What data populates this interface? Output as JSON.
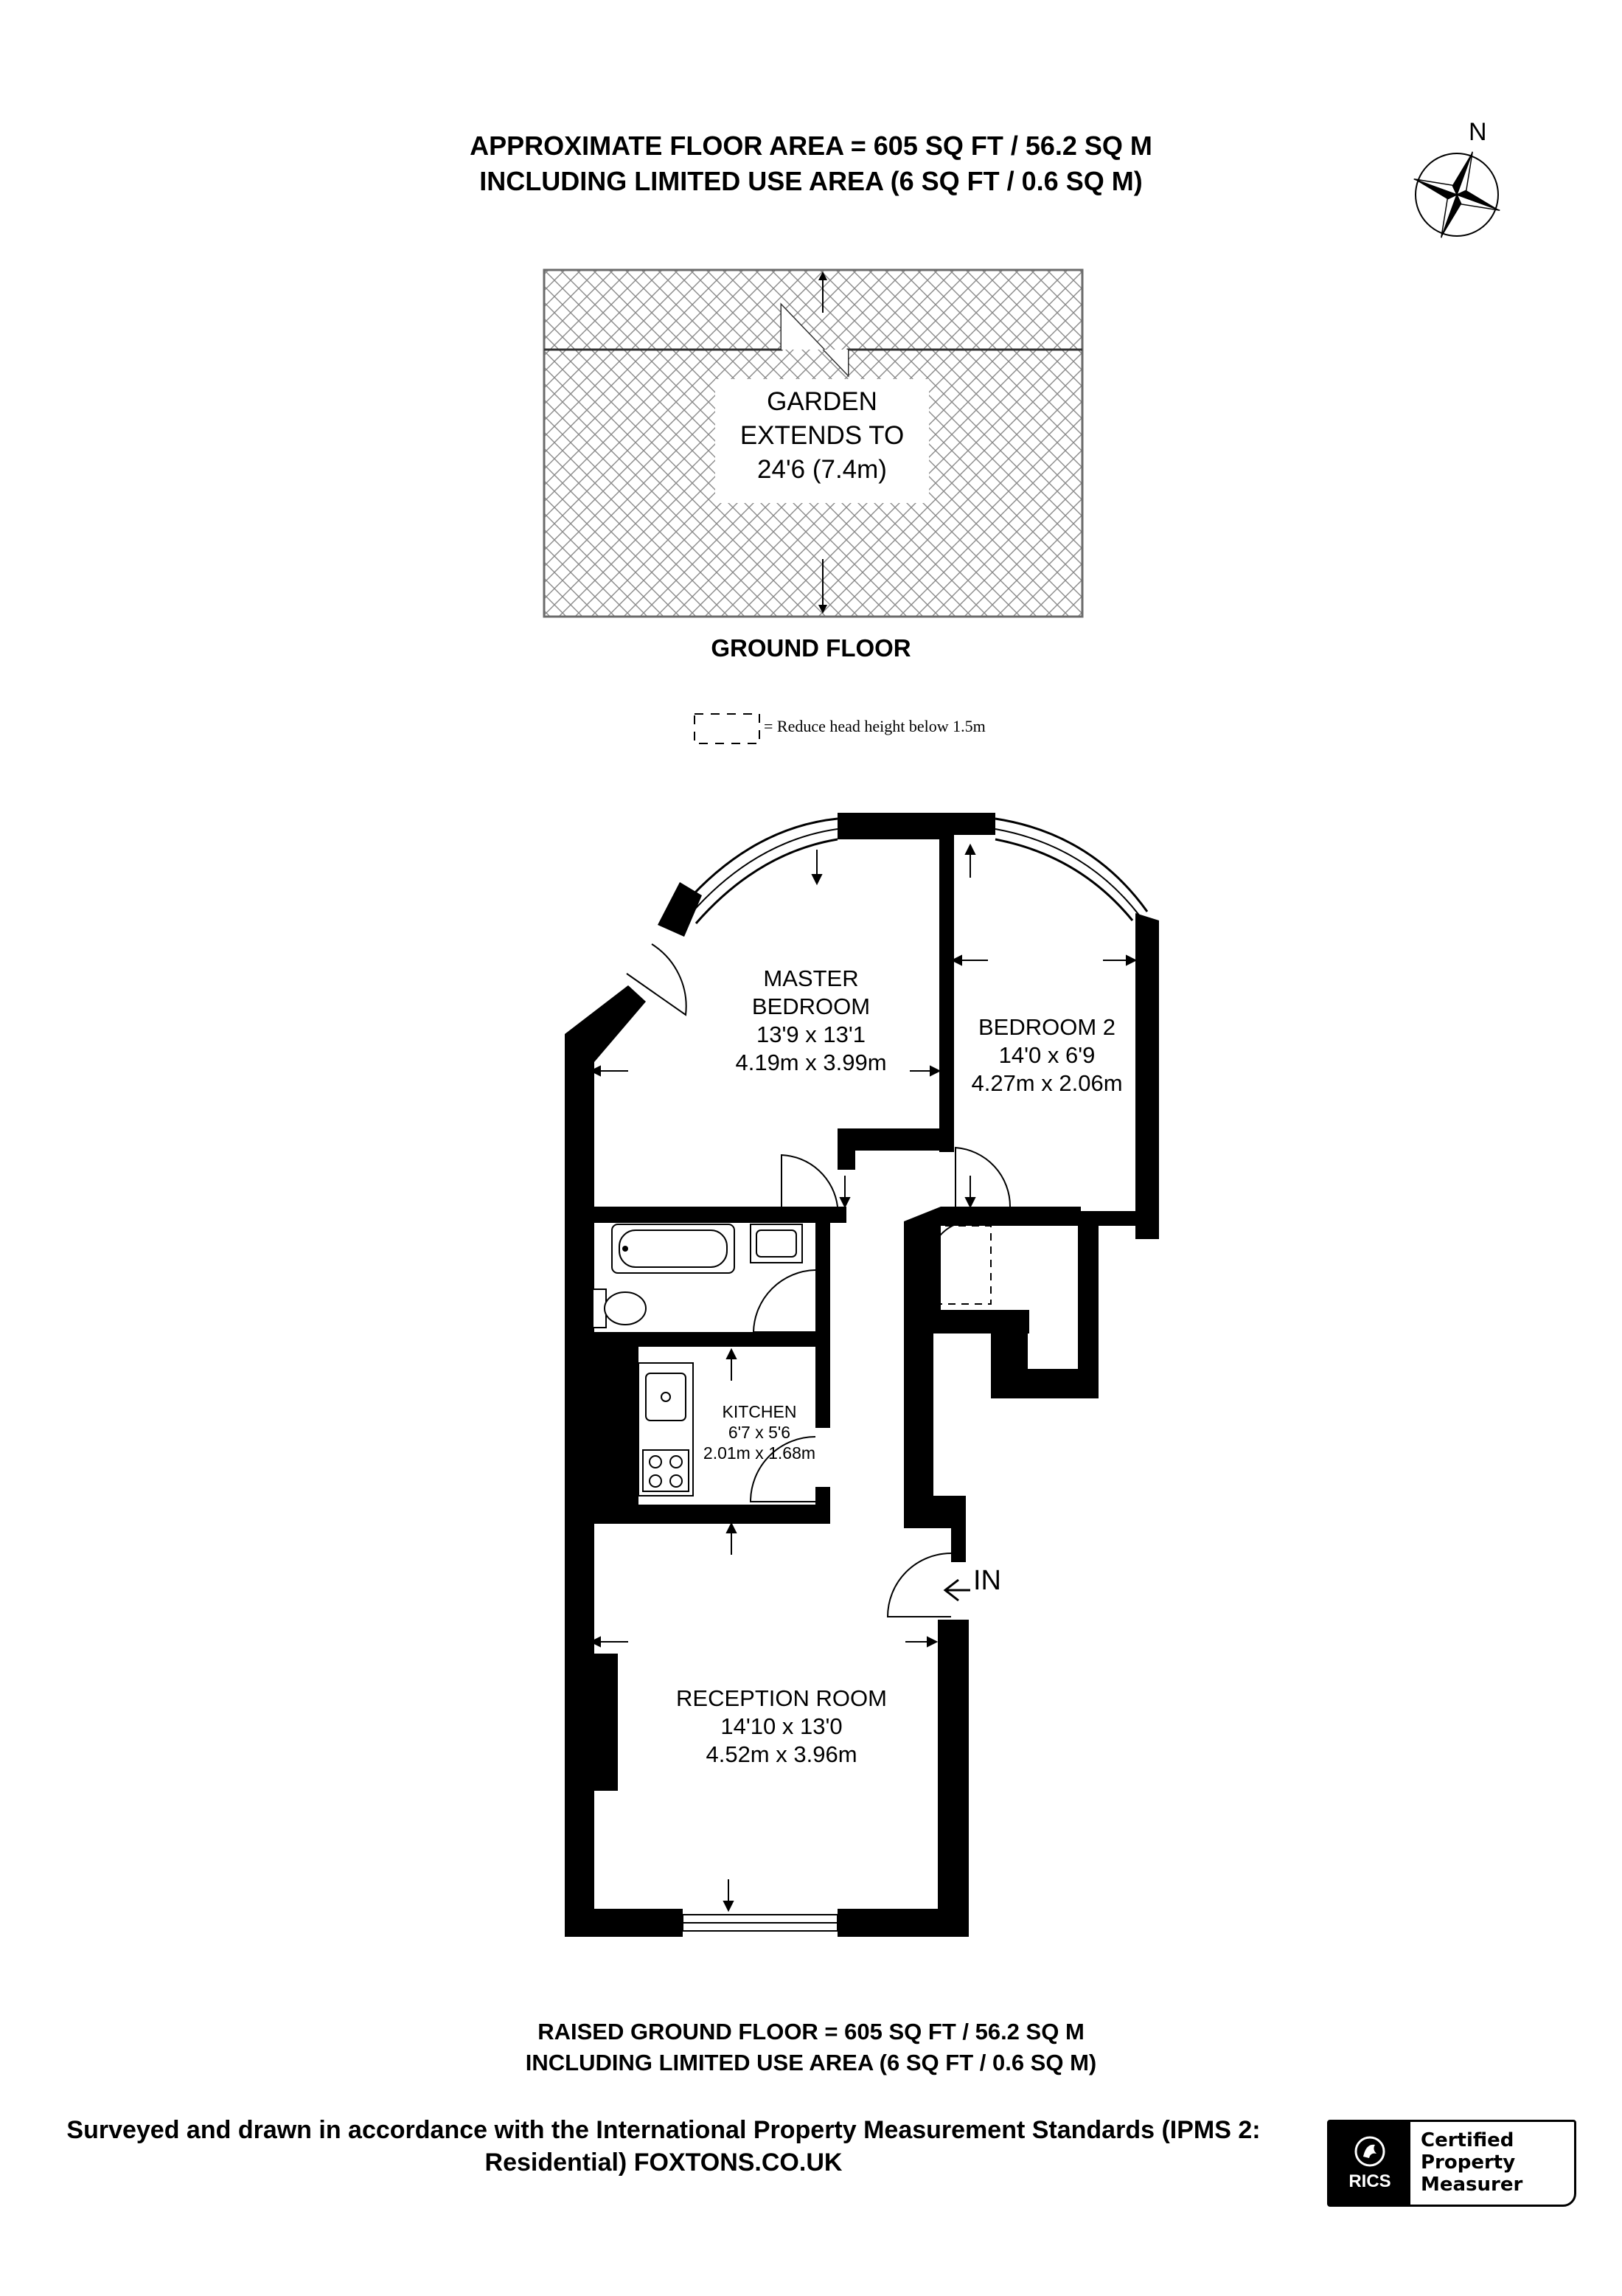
{
  "header": {
    "line1": "APPROXIMATE FLOOR AREA = 605 SQ FT / 56.2 SQ M",
    "line2": "INCLUDING LIMITED USE AREA (6 SQ FT / 0.6 SQ M)"
  },
  "compass": {
    "label": "N",
    "icon": "compass-rose-icon"
  },
  "garden": {
    "line1": "GARDEN",
    "line2": "EXTENDS TO",
    "line3": "24'6 (7.4m)"
  },
  "ground_floor_title": "GROUND FLOOR",
  "legend": {
    "text": "= Reduce head height below 1.5m",
    "icon": "dashed-box-icon"
  },
  "rooms": {
    "master_bedroom": {
      "name1": "MASTER",
      "name2": "BEDROOM",
      "imperial": "13'9 x 13'1",
      "metric": "4.19m x 3.99m"
    },
    "bedroom2": {
      "name": "BEDROOM 2",
      "imperial": "14'0 x 6'9",
      "metric": "4.27m x 2.06m"
    },
    "kitchen": {
      "name": "KITCHEN",
      "imperial": "6'7 x 5'6",
      "metric": "2.01m x 1.68m"
    },
    "reception": {
      "name": "RECEPTION ROOM",
      "imperial": "14'10 x 13'0",
      "metric": "4.52m x 3.96m"
    }
  },
  "entrance": {
    "label": "IN",
    "icon": "arrow-left-icon"
  },
  "floor_summary": {
    "line1": "RAISED GROUND FLOOR = 605 SQ FT / 56.2 SQ M",
    "line2": "INCLUDING LIMITED USE AREA (6 SQ FT / 0.6 SQ M)"
  },
  "footer": {
    "line1": "Surveyed and drawn in accordance with the International Property Measurement Standards (IPMS 2:",
    "line2": "Residential) FOXTONS.CO.UK"
  },
  "rics_badge": {
    "logo_text": "RICS",
    "line1": "Certified",
    "line2": "Property",
    "line3": "Measurer"
  }
}
